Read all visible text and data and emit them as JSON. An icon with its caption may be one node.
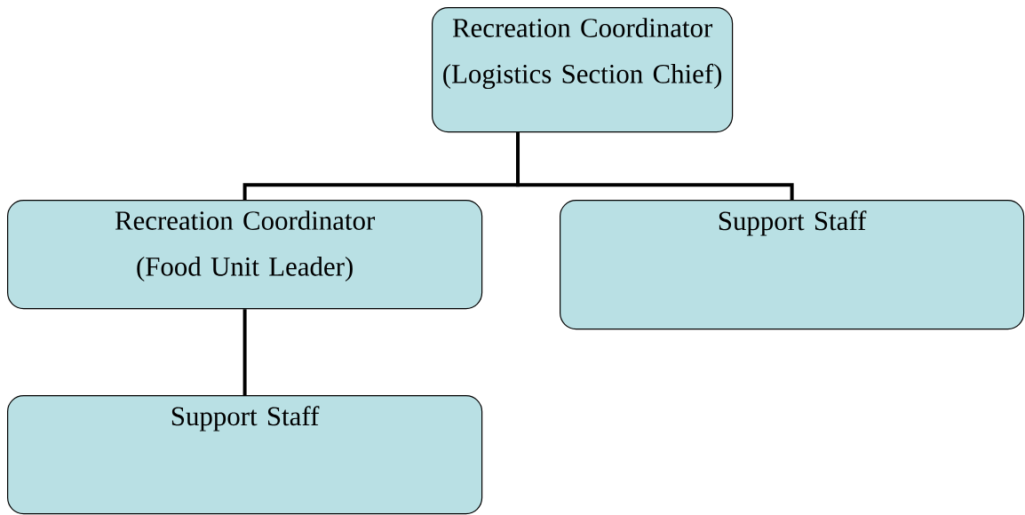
{
  "diagram": {
    "nodes": [
      {
        "text": [
          "Recreation Coordinator (Logistics Section Chief)"
        ]
      },
      {
        "text": [
          "Recreation Coordinator (Food Unit Leader)"
        ]
      },
      {
        "text": [
          "Support Staff"
        ]
      },
      {
        "text": [
          "Support Staff"
        ]
      }
    ],
    "edges": [
      {
        "from": 0,
        "to": 1,
        "arrow": "none"
      },
      {
        "from": 0,
        "to": 2,
        "arrow": "none"
      },
      {
        "from": 1,
        "to": 3,
        "arrow": "none"
      }
    ]
  }
}
